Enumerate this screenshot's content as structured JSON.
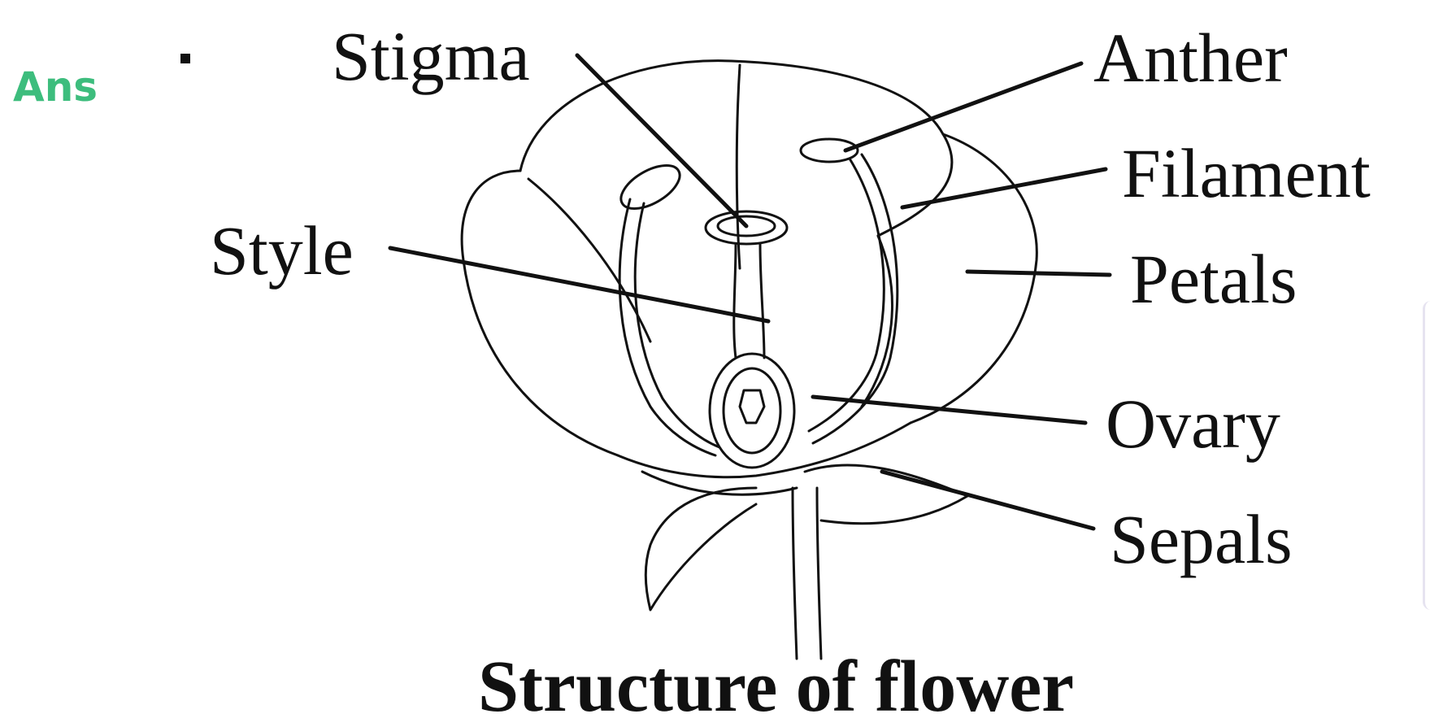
{
  "answer_prefix": "Ans",
  "labels": {
    "stigma": "Stigma",
    "anther": "Anther",
    "filament": "Filament",
    "style": "Style",
    "petals": "Petals",
    "ovary": "Ovary",
    "sepals": "Sepals"
  },
  "caption": "Structure of flower",
  "colors": {
    "answer_accent": "#3dbd7d",
    "ink": "#111111",
    "background": "#ffffff"
  }
}
